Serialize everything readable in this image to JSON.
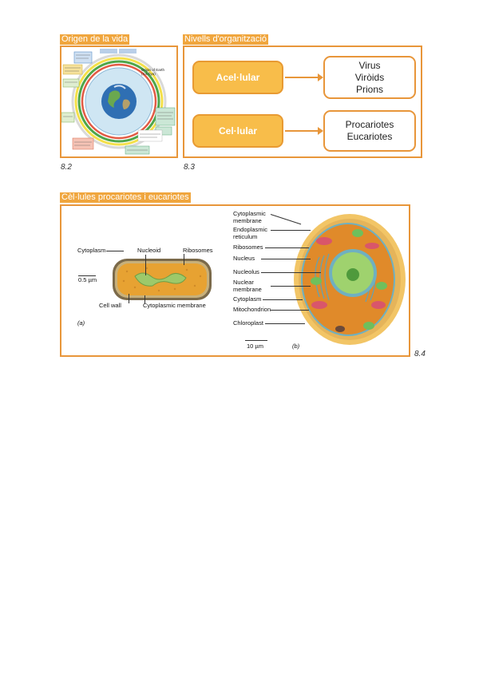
{
  "sections": {
    "origin": {
      "title": "Origen de la vida",
      "fig": "8.2"
    },
    "levels": {
      "title": "Nivells d'organització",
      "fig": "8.3"
    },
    "cells": {
      "title": "Cèl·lules procariotes i eucariotes",
      "fig": "8.4"
    }
  },
  "levels_diagram": {
    "acellular": {
      "label": "Acel·lular",
      "items": [
        "Virus",
        "Viròids",
        "Prions"
      ]
    },
    "cellular": {
      "label": "Cel·lular",
      "items": [
        "Procariotes",
        "Eucariotes"
      ]
    }
  },
  "origin_diagram": {
    "center_label": [
      "Origin of Earth",
      "(4.6 bya)"
    ]
  },
  "prokaryote": {
    "labels": {
      "cytoplasm": "Cytoplasm",
      "nucleoid": "Nucleoid",
      "ribosomes": "Ribosomes",
      "scale": "0.5 µm",
      "cell_wall": "Cell wall",
      "cytoplasmic_membrane": "Cytoplasmic membrane",
      "panel": "(a)"
    }
  },
  "eukaryote": {
    "labels": [
      "Cytoplasmic membrane",
      "Endoplasmic reticulum",
      "Ribosomes",
      "Nucleus",
      "Nucleolus",
      "Nuclear membrane",
      "Cytoplasm",
      "Mitochondrion",
      "Chloroplast"
    ],
    "scale": "10 µm",
    "panel": "(b)"
  },
  "colors": {
    "accent": "#e8963a",
    "heading_bg": "#f0a63e",
    "box_fill": "#f8bd4a",
    "cell_cytoplasm": "#e08a2a",
    "nucleus_green": "#9fd26e"
  }
}
